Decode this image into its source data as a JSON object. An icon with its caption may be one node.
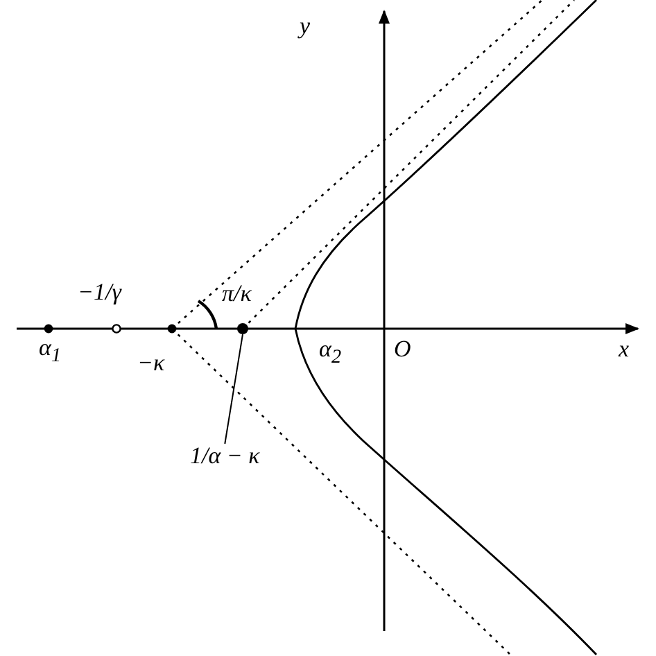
{
  "diagram": {
    "nodes": [
      {
        "text": [
          "1/α − κ"
        ]
      },
      {
        "text": [],
        "shape": "circle"
      }
    ],
    "edges": [
      {
        "from": 0,
        "to": 1,
        "arrow": "none"
      }
    ],
    "labels": [
      "y",
      "−1/γ",
      "π/κ",
      "α$_{1}$",
      "−κ",
      "α$_{2}$",
      "O",
      "x"
    ]
  }
}
